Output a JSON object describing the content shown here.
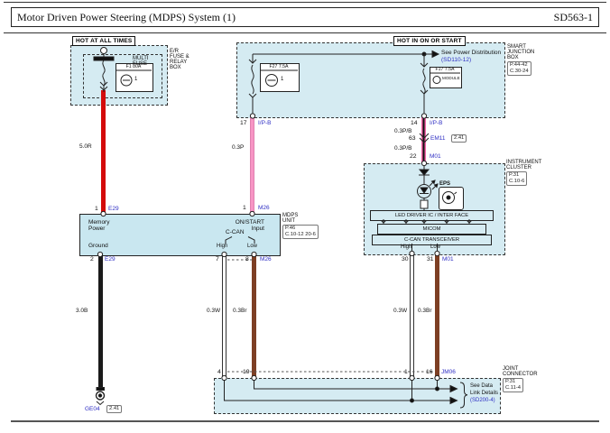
{
  "page": {
    "title": "Motor Driven Power Steering (MDPS) System (1)",
    "code": "SD563-1"
  },
  "colors": {
    "panel_fill": "#d5ebf2",
    "wire_red": "#d40b0b",
    "wire_pink": "#f795c4",
    "wire_pink_black": "#f263a8",
    "wire_brown": "#7d3f24",
    "wire_black": "#1a1a1a",
    "link_blue": "#2f2fc4"
  },
  "power_left": {
    "tag": "HOT AT ALL TIMES",
    "fuse": "F1 80A",
    "fuse_num": "1",
    "multi_fuse_l1": "MULTI",
    "multi_fuse_l2": "FUSE",
    "box_l1": "E/R",
    "box_l2": "FUSE &",
    "box_l3": "RELAY",
    "box_l4": "BOX"
  },
  "power_right": {
    "tag": "HOT IN ON OR START",
    "see_power": "See Power Distribution",
    "see_power_ref": "(SD110-12)",
    "fuse_left": "F27 7.5A",
    "fuse_left_num": "1",
    "fuse_right": "F17 7.5A",
    "fuse_right_name": "MODULE",
    "sjb_l1": "SMART",
    "sjb_l2": "JUNCTION",
    "sjb_l3": "BOX",
    "sjb_ref1": "P.44-42",
    "sjb_ref2": "C.30-24"
  },
  "wires": {
    "red": "5.0R",
    "pink": "0.3P",
    "pb1": "0.3P/B",
    "pb2": "0.3P/B",
    "black": "3.0B",
    "w_left": "0.3W",
    "br_left": "0.3Br",
    "w_right": "0.3W",
    "br_right": "0.3Br"
  },
  "pins": {
    "red_top": "1",
    "red_top_conn": "E29",
    "pink_top": "17",
    "pink_top_conn": "I/P-B",
    "pink_bot": "1",
    "pink_bot_conn": "M26",
    "pb_top": "14",
    "pb_top_conn": "I/P-B",
    "pb_mid": "63",
    "pb_mid_conn": "EM11",
    "pb_mid_ref": "2.41",
    "pb_bot": "22",
    "pb_bot_conn": "M01",
    "mdps_gnd": "2",
    "mdps_gnd_conn": "E29",
    "mdps_high": "7",
    "mdps_low": "8",
    "mdps_low_conn": "M26",
    "cl_high": "30",
    "cl_low": "31",
    "cl_conn": "M01",
    "j1": "4",
    "j2": "19",
    "j3": "1",
    "j4": "16",
    "j_conn": "JM06"
  },
  "mdps": {
    "mem_l1": "Memory",
    "mem_l2": "Power",
    "on_l1": "ON/START",
    "on_l2": "Input",
    "ground": "Ground",
    "ccan": "C-CAN",
    "high": "High",
    "low": "Low",
    "name_l1": "MDPS",
    "name_l2": "UNIT",
    "ref1": "P.46",
    "ref2": "C.10-12 20-6"
  },
  "cluster": {
    "eps": "EPS",
    "bar1": "LED DRIVER IC / INTER FACE",
    "bar2": "MICOM",
    "bar3": "C-CAN TRANSCEIVER",
    "high": "High",
    "low": "Low",
    "name_l1": "INSTRUMENT",
    "name_l2": "CLUSTER",
    "ref1": "P.31",
    "ref2": "C.10-6"
  },
  "joint": {
    "l1": "See Data",
    "l2": "Link Details",
    "l3": "(SD200-4)",
    "name_l1": "JOINT",
    "name_l2": "CONNECTOR",
    "ref1": "P.31",
    "ref2": "C.11-4"
  },
  "ground": {
    "code": "GE04",
    "ref": "2.41"
  }
}
